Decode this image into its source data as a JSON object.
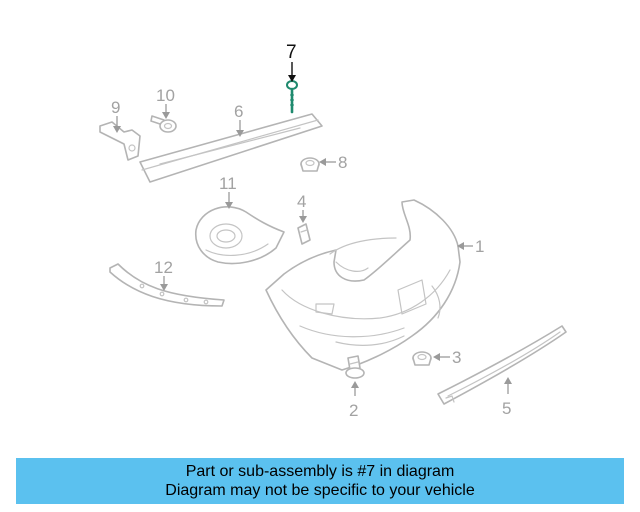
{
  "diagram": {
    "callouts": {
      "c1": "1",
      "c2": "2",
      "c3": "3",
      "c4": "4",
      "c5": "5",
      "c6": "6",
      "c7": "7",
      "c8": "8",
      "c9": "9",
      "c10": "10",
      "c11": "11",
      "c12": "12"
    },
    "highlighted_callout": "7",
    "colors": {
      "part_line": "#b4b4b4",
      "highlight_part": "#1f8a6e",
      "highlight_text": "#111111"
    }
  },
  "banner": {
    "line1": "Part or sub-assembly is #7 in diagram",
    "line2": "Diagram may not be specific to your vehicle",
    "background": "#5bc1ef"
  }
}
